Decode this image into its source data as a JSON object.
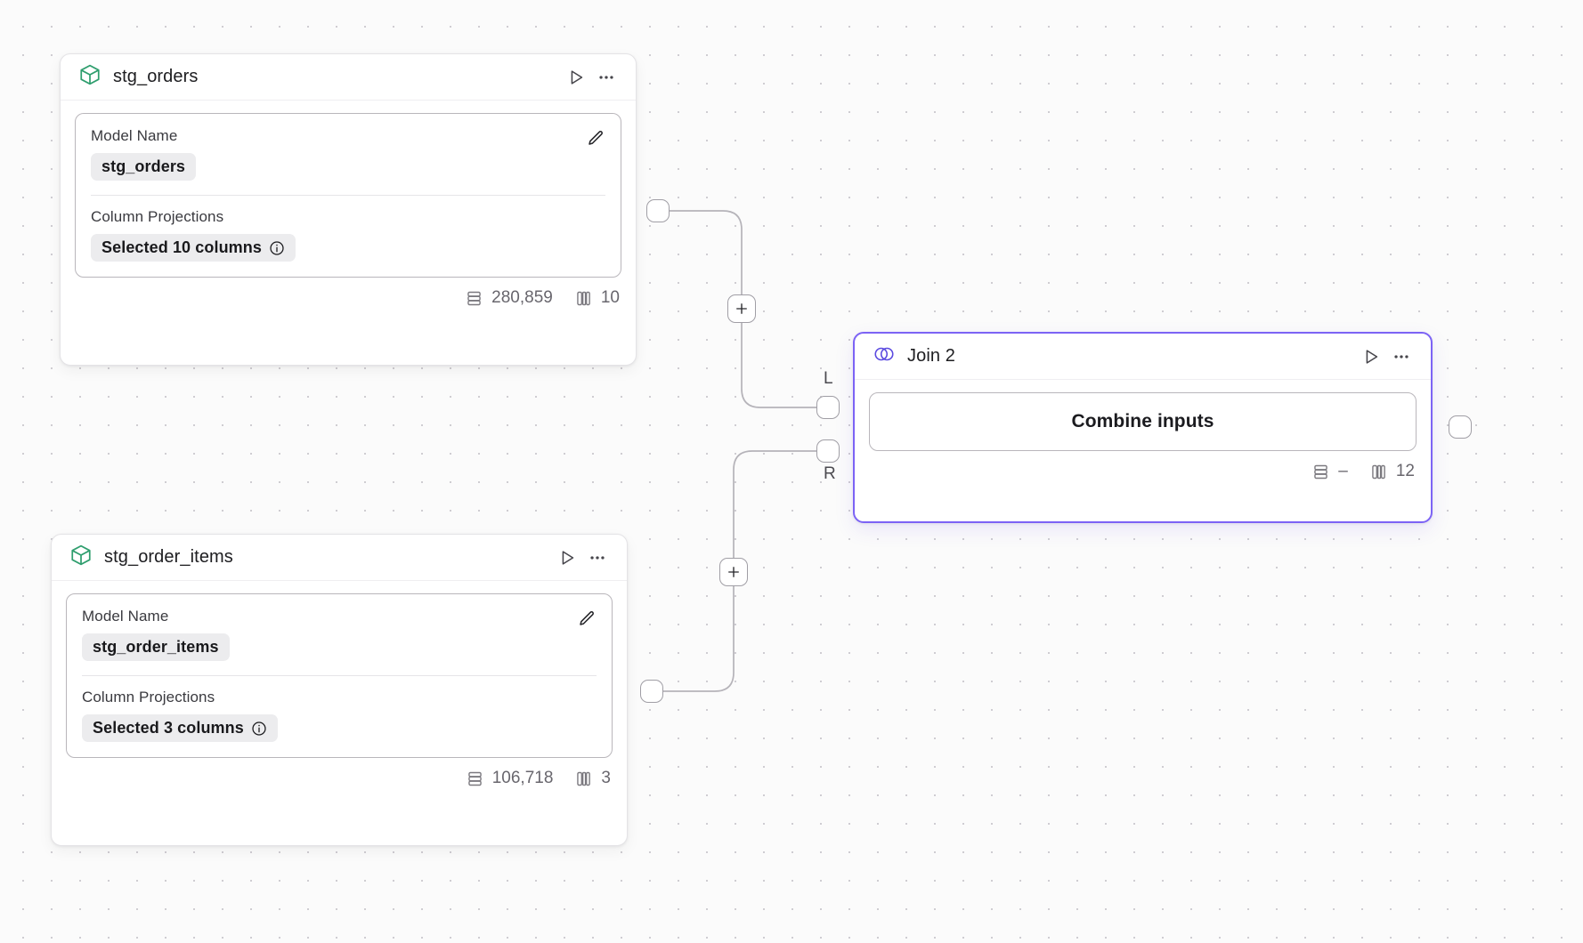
{
  "canvas": {
    "background_color": "#fbfbfb",
    "dot_color": "#cfcdd2",
    "accent_color": "#7c63f5",
    "model_icon_color": "#2f9e6e"
  },
  "nodes": [
    {
      "id": "stg_orders",
      "title": "stg_orders",
      "icon": "cube-icon",
      "selected": false,
      "run_label": "Run",
      "more_label": "More options",
      "fields": {
        "model_name_label": "Model Name",
        "model_name_value": "stg_orders",
        "column_projections_label": "Column Projections",
        "column_projections_value": "Selected 10 columns",
        "edit_label": "Edit"
      },
      "stats": {
        "rows": "280,859",
        "columns": "10"
      }
    },
    {
      "id": "stg_order_items",
      "title": "stg_order_items",
      "icon": "cube-icon",
      "selected": false,
      "run_label": "Run",
      "more_label": "More options",
      "fields": {
        "model_name_label": "Model Name",
        "model_name_value": "stg_order_items",
        "column_projections_label": "Column Projections",
        "column_projections_value": "Selected 3 columns",
        "edit_label": "Edit"
      },
      "stats": {
        "rows": "106,718",
        "columns": "3"
      }
    },
    {
      "id": "join_2",
      "title": "Join 2",
      "icon": "venn-join-icon",
      "selected": true,
      "run_label": "Run",
      "more_label": "More options",
      "action_button_label": "Combine inputs",
      "input_ports": [
        {
          "key": "left",
          "label": "L"
        },
        {
          "key": "right",
          "label": "R"
        }
      ],
      "stats": {
        "rows": "–",
        "columns": "12"
      }
    }
  ],
  "handles": {
    "add_upper_label": "+",
    "add_lower_label": "+"
  },
  "icons": {
    "cube": "cube-icon",
    "venn": "venn-join-icon",
    "run": "play-triangle-icon",
    "more": "ellipsis-icon",
    "edit": "pencil-icon",
    "info": "info-circle-icon",
    "rows": "rows-stack-icon",
    "columns": "columns-icon",
    "plus": "plus-icon"
  }
}
